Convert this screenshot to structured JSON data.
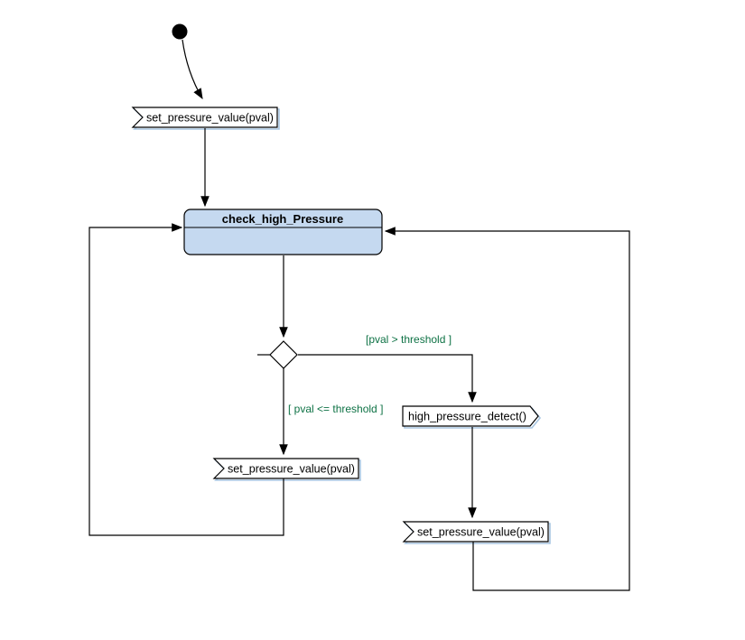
{
  "diagram": {
    "kind": "uml-state-activity-diagram",
    "colors": {
      "background": "#ffffff",
      "state_fill": "#c5d9f0",
      "signal_fill": "#ffffff",
      "shadow": "#a8c6e2",
      "guard_text": "#0e7245",
      "line": "#000000"
    },
    "nodes": {
      "initial": {
        "type": "initial-state"
      },
      "accept_event_top": {
        "label": "set_pressure_value(pval)"
      },
      "state_check": {
        "title": "check_high_Pressure"
      },
      "choice": {
        "type": "choice-diamond"
      },
      "send_signal": {
        "label": "high_pressure_detect()"
      },
      "accept_event_left": {
        "label": "set_pressure_value(pval)"
      },
      "accept_event_right": {
        "label": "set_pressure_value(pval)"
      }
    },
    "guards": {
      "greater": "[pval > threshold ]",
      "less_equal": "[ pval <= threshold ]"
    }
  }
}
